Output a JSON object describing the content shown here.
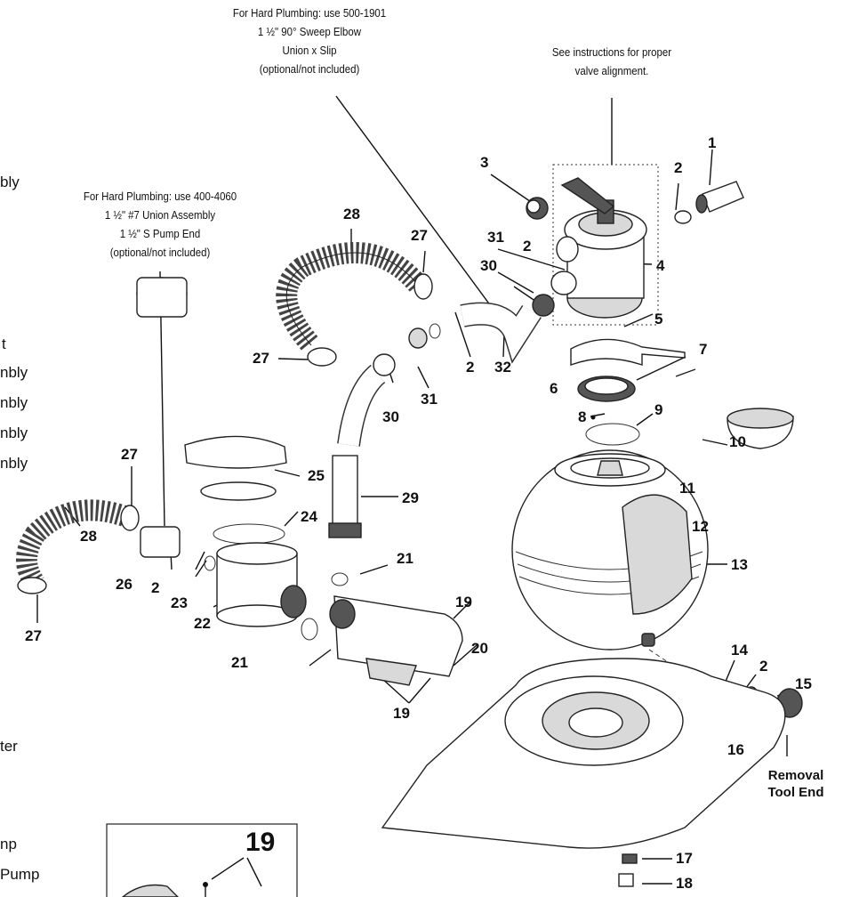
{
  "notes": {
    "hard_plumbing_elbow": [
      "For Hard Plumbing: use 500-1901",
      "1 ½\" 90° Sweep Elbow",
      "Union x Slip",
      "(optional/not included)"
    ],
    "valve_alignment": [
      "See instructions for proper",
      "valve alignment."
    ],
    "hard_plumbing_union": [
      "For Hard Plumbing: use 400-4060",
      "1 ½\" #7 Union Assembly",
      "1 ½\" S Pump End",
      "(optional/not included)"
    ],
    "removal_tool": [
      "Removal",
      "Tool End"
    ]
  },
  "left_fragments": [
    "bly",
    "t",
    "nbly",
    "nbly",
    "nbly",
    "nbly",
    "ter",
    "np",
    "Pump"
  ],
  "callouts": [
    "1",
    "2",
    "3",
    "4",
    "2",
    "31",
    "30",
    "27",
    "28",
    "27",
    "2",
    "31",
    "30",
    "32",
    "5",
    "6",
    "7",
    "8",
    "9",
    "10",
    "11",
    "12",
    "13",
    "29",
    "25",
    "24",
    "21",
    "19",
    "20",
    "21",
    "22",
    "23",
    "2",
    "26",
    "27",
    "28",
    "27",
    "19",
    "14",
    "2",
    "15",
    "16",
    "17",
    "18"
  ],
  "inset": {
    "number": "19"
  }
}
